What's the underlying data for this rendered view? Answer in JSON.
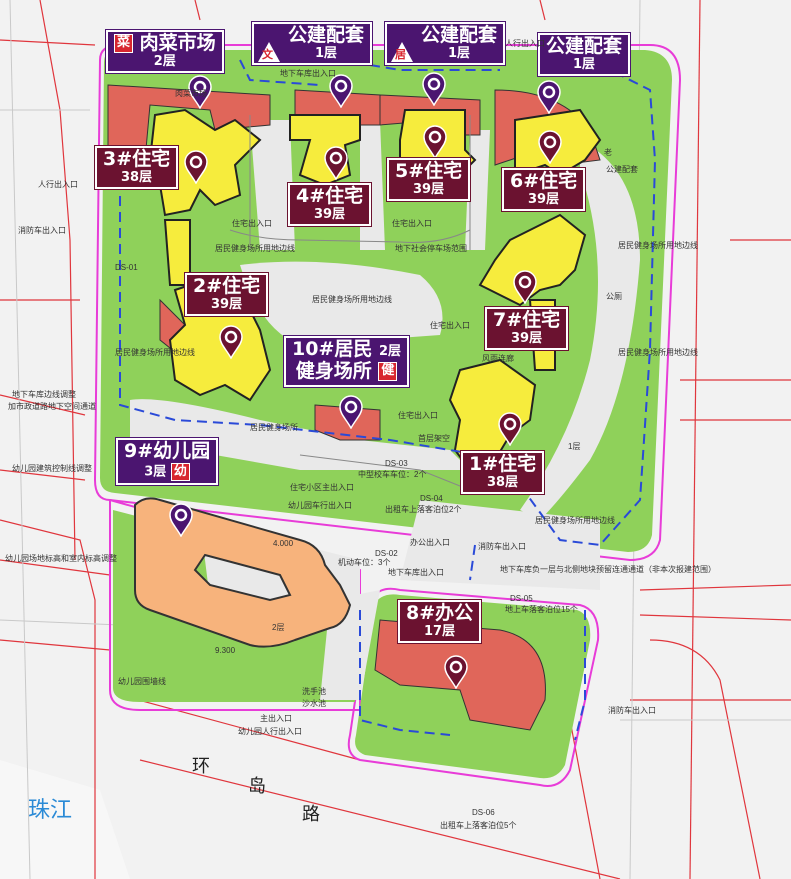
{
  "buildings": {
    "b1": {
      "name": "1#住宅",
      "floors": "38层"
    },
    "b2": {
      "name": "2#住宅",
      "floors": "39层"
    },
    "b3": {
      "name": "3#住宅",
      "floors": "38层"
    },
    "b4": {
      "name": "4#住宅",
      "floors": "39层"
    },
    "b5": {
      "name": "5#住宅",
      "floors": "39层"
    },
    "b6": {
      "name": "6#住宅",
      "floors": "39层"
    },
    "b7": {
      "name": "7#住宅",
      "floors": "39层"
    },
    "b8": {
      "name": "8#办公",
      "floors": "17层"
    },
    "b9": {
      "name": "9#幼儿园",
      "floors": "3层",
      "badge": "幼"
    },
    "b10": {
      "name": "10#居民",
      "name2": "健身场所",
      "floors": "2层",
      "badge": "健"
    },
    "market": {
      "name": "肉菜市场",
      "floors": "2层",
      "badge": "菜"
    },
    "pub1": {
      "name": "公建配套",
      "floors": "1层",
      "badge": "文"
    },
    "pub2": {
      "name": "公建配套",
      "floors": "1层",
      "badge": "居"
    },
    "pub3": {
      "name": "公建配套",
      "floors": "1层"
    }
  },
  "places": {
    "river": "珠江",
    "road_1": "环",
    "road_2": "岛",
    "road_3": "路"
  },
  "notes": {
    "ped_entrance_west": "人行出入口",
    "fire_entrance_west": "消防车出入口",
    "ped_entrance_north": "人行出入口",
    "garage_entrance_north": "地下车库出入口",
    "veg_market_small": "肉菜市场",
    "res_entrance_1": "住宅出入口",
    "res_entrance_2": "住宅出入口",
    "res_entrance_3": "住宅出入口",
    "res_entrance_4": "住宅出入口",
    "fitness_line_1": "居民健身场所用地边线",
    "fitness_line_2": "居民健身场所用地边线",
    "fitness_line_3": "居民健身场所用地边线",
    "fitness_line_4": "居民健身场所用地边线",
    "fitness_line_5": "居民健身场所用地边线",
    "fitness_line_6": "居民健身场所用地边线",
    "fitness_place": "居民健身场所",
    "under_parking_1": "地下社会停车场范围",
    "under_parking_2": "地下车库出入口",
    "ds01": "DS-01",
    "ds02": "DS-02",
    "ds03": "DS-03",
    "ds04": "DS-04",
    "ds05": "DS-05",
    "ds06": "DS-06",
    "bus_stop": "中型校车车位：2个",
    "taxi_stop_1": "出租车上落客泊位2个",
    "taxi_stop_2": "出租车上落客泊位5个",
    "taxi_stop_3": "地上车落客泊位15个",
    "kg_car_entrance": "幼儿园车行出入口",
    "main_entrance": "住宅小区主出入口",
    "office_entrance": "办公出入口",
    "fire_entrance_south": "消防车出入口",
    "fire_entrance_east": "消防车出入口",
    "underground_link": "地下车库负一层与北侧地块预留连通通道（非本次报建范围）",
    "main_gate": "主出入口",
    "kg_ped_gate": "幼儿园人行出入口",
    "kg_wall": "幼儿园围墙线",
    "kg_line_adjust": "幼儿园场地标高和室内标高调整",
    "kg_building_line": "幼儿园建筑控制线调整",
    "garage_line_adjust": "地下车库边线调整",
    "road_space": "加市政道路地下空间通道",
    "wash_pool": "洗手池",
    "sand_pool": "沙水池",
    "elev1": "9.300",
    "elev2": "4.000",
    "floors_2": "2层",
    "floors_1": "1层",
    "top_floor": "首层架空",
    "arcade": "风雨连廊",
    "public_service": "公建配套",
    "mech_parking": "机动车位：3个",
    "pub_toilet": "公厕",
    "area_label": "老"
  }
}
